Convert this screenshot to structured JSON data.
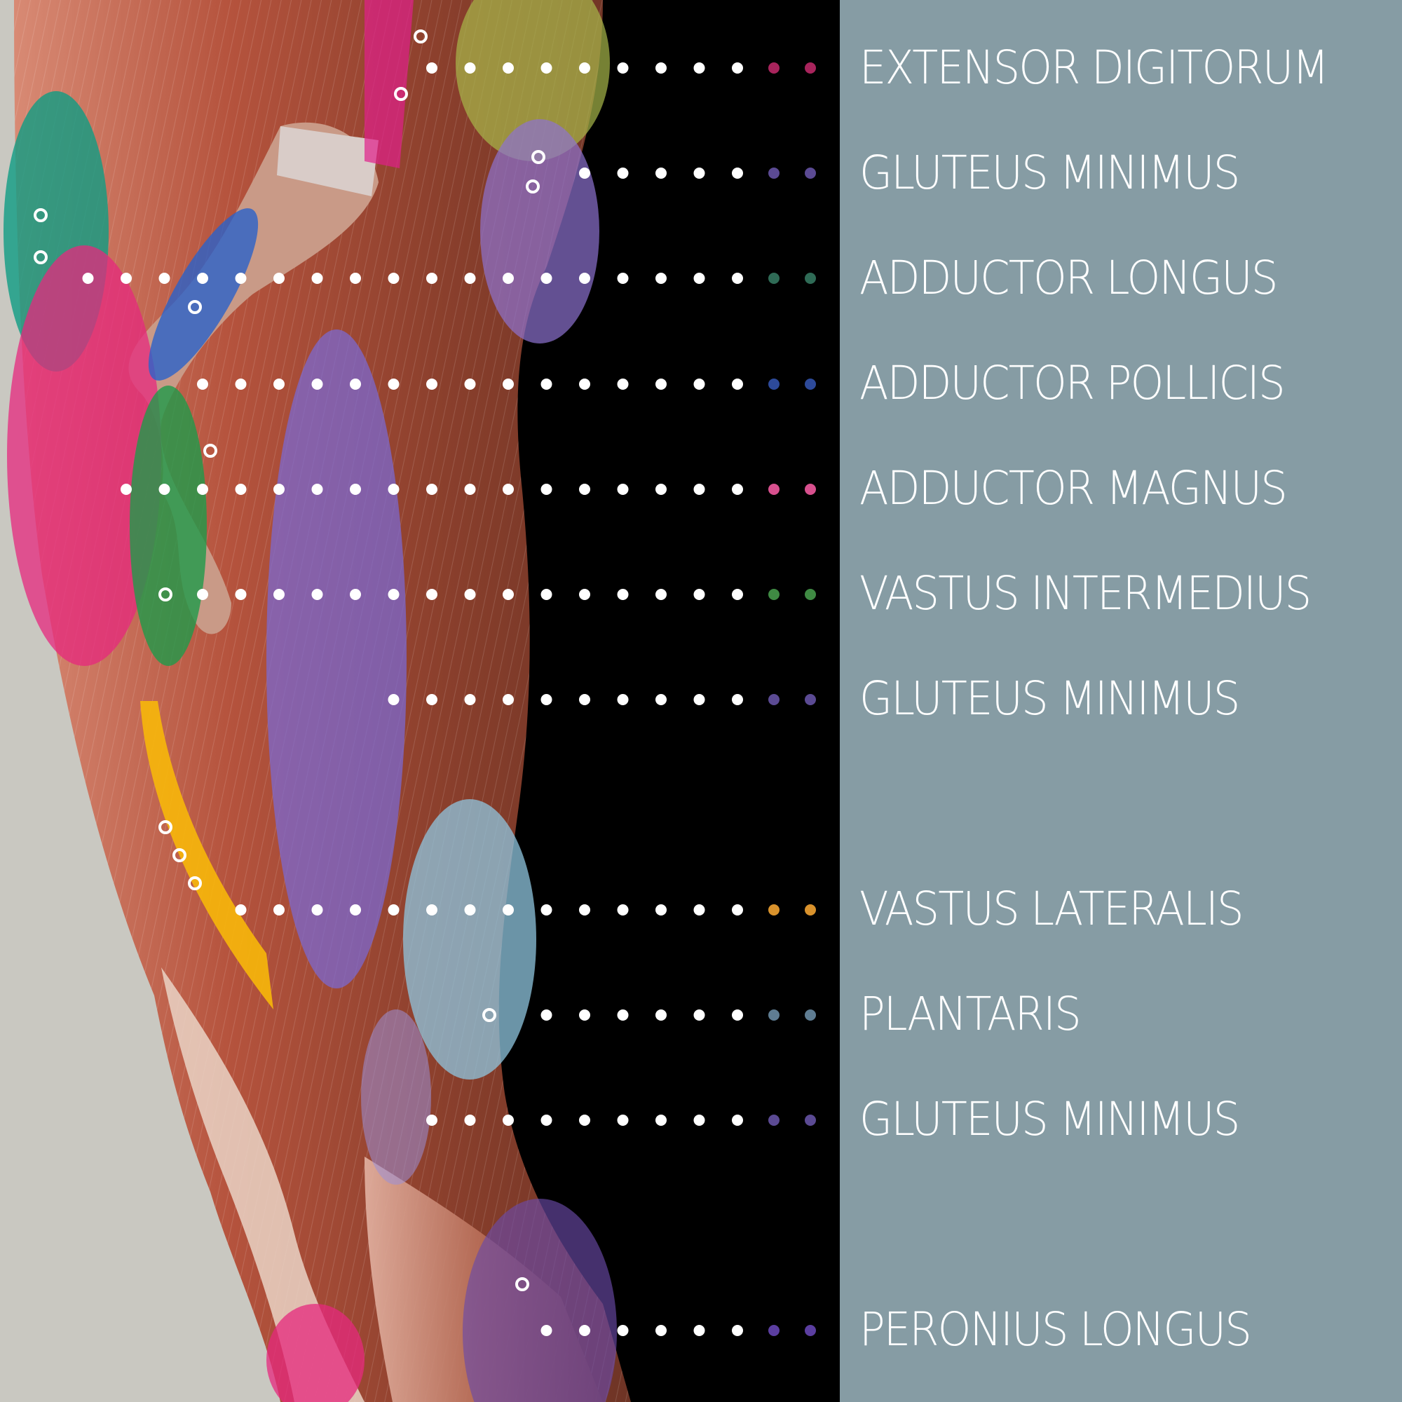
{
  "title": "",
  "colors": {
    "background_left": "#c9c8c1",
    "background_middle": "#000000",
    "label_panel": "#869ca4",
    "label_text": "#ffffff",
    "dot": "#ffffff"
  },
  "image": {
    "description_icon": "leg-muscle-anatomy-illustration"
  },
  "labels": [
    {
      "text": "EXTENSOR DIGITORUM",
      "color": "#a8245c"
    },
    {
      "text": "GLUTEUS MINIMUS",
      "color": "#5b4a93"
    },
    {
      "text": "ADDUCTOR LONGUS",
      "color": "#2f6b56"
    },
    {
      "text": "ADDUCTOR POLLICIS",
      "color": "#2d4a9a"
    },
    {
      "text": "ADDUCTOR MAGNUS",
      "color": "#d8508e"
    },
    {
      "text": "VASTUS INTERMEDIUS",
      "color": "#3f8a43"
    },
    {
      "text": "GLUTEUS MINIMUS",
      "color": "#5b4a93"
    },
    {
      "text": "VASTUS LATERALIS",
      "color": "#d9922c"
    },
    {
      "text": "PLANTARIS",
      "color": "#5f7d93"
    },
    {
      "text": "GLUTEUS MINIMUS",
      "color": "#5b4a93"
    },
    {
      "text": "PERONIUS LONGUS",
      "color": "#5b3ea0"
    }
  ]
}
